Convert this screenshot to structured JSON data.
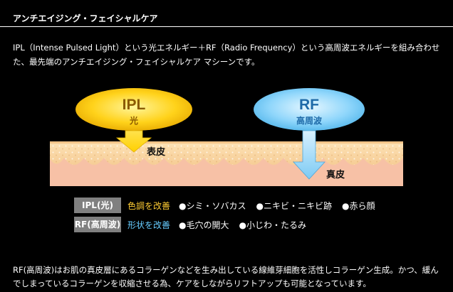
{
  "header": {
    "title": "アンチエイジング・フェイシャルケア"
  },
  "intro": {
    "text": "IPL（Intense Pulsed Light）という光エネルギー＋RF（Radio Frequency）という高周波エネルギーを組み合わせた、最先端のアンチエイジング・フェイシャルケア マシーンです。"
  },
  "diagram": {
    "ipl_label": "IPL",
    "ipl_sub": "光",
    "rf_label": "RF",
    "rf_sub": "高周波",
    "epidermis_label": "表皮",
    "dermis_label": "真皮"
  },
  "legend": {
    "rows": [
      {
        "badge": "IPL(光)",
        "effect": "色調を改善",
        "items": [
          "●シミ・ソバカス",
          "●ニキビ・ニキビ跡",
          "●赤ら顔"
        ]
      },
      {
        "badge": "RF(高周波)",
        "effect": "形状を改善",
        "items": [
          "●毛穴の開大",
          "●小じわ・たるみ"
        ]
      }
    ]
  },
  "footer": {
    "text": "RF(高周波)はお肌の真皮層にあるコラーゲンなどを生み出している線維芽細胞を活性しコラーゲン生成。かつ、緩んでしまっているコラーゲンを収縮させる為、ケアをしながらリフトアップも可能となっています。"
  },
  "colors": {
    "ipl_effect": "#ffcc33",
    "rf_effect": "#66ccff",
    "badge_bg": "#808080"
  }
}
